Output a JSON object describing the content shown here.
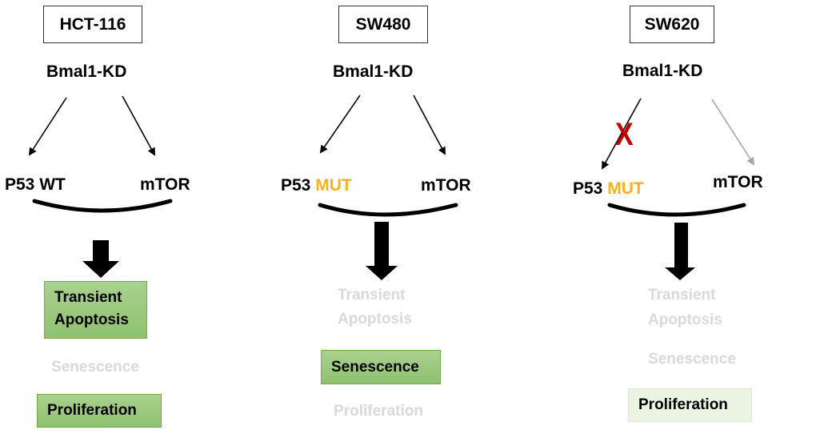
{
  "colors": {
    "mutant_label": "#f5b21b",
    "active_outcome_fill": "#a9d18e",
    "weak_outcome_fill": "#ebf4e3",
    "inactive_text": "#d9d9d9",
    "blocked_mark": "#c00000",
    "weak_arrow": "#a6a6a6"
  },
  "panels": [
    {
      "cell_line": "HCT-116",
      "treatment": "Bmal1-KD",
      "p53_prefix": "P53",
      "p53_status": "WT",
      "p53_status_mutant": false,
      "mtor_label": "mTOR",
      "p53_arrow": "active",
      "mtor_arrow": "active",
      "outcomes": [
        {
          "label_line1": "Transient",
          "label_line2": "Apoptosis",
          "state": "active"
        },
        {
          "label": "Senescence",
          "state": "inactive"
        },
        {
          "label": "Proliferation",
          "state": "active"
        }
      ]
    },
    {
      "cell_line": "SW480",
      "treatment": "Bmal1-KD",
      "p53_prefix": "P53",
      "p53_status": "MUT",
      "p53_status_mutant": true,
      "mtor_label": "mTOR",
      "p53_arrow": "active",
      "mtor_arrow": "active",
      "outcomes": [
        {
          "label_line1": "Transient",
          "label_line2": "Apoptosis",
          "state": "inactive"
        },
        {
          "label": "Senescence",
          "state": "active"
        },
        {
          "label": "Proliferation",
          "state": "inactive"
        }
      ]
    },
    {
      "cell_line": "SW620",
      "treatment": "Bmal1-KD",
      "p53_prefix": "P53",
      "p53_status": "MUT",
      "p53_status_mutant": true,
      "mtor_label": "mTOR",
      "p53_arrow": "blocked",
      "p53_block_mark": "X",
      "mtor_arrow": "weak",
      "outcomes": [
        {
          "label_line1": "Transient",
          "label_line2": "Apoptosis",
          "state": "inactive"
        },
        {
          "label": "Senescence",
          "state": "inactive"
        },
        {
          "label": "Proliferation",
          "state": "weak"
        }
      ]
    }
  ]
}
